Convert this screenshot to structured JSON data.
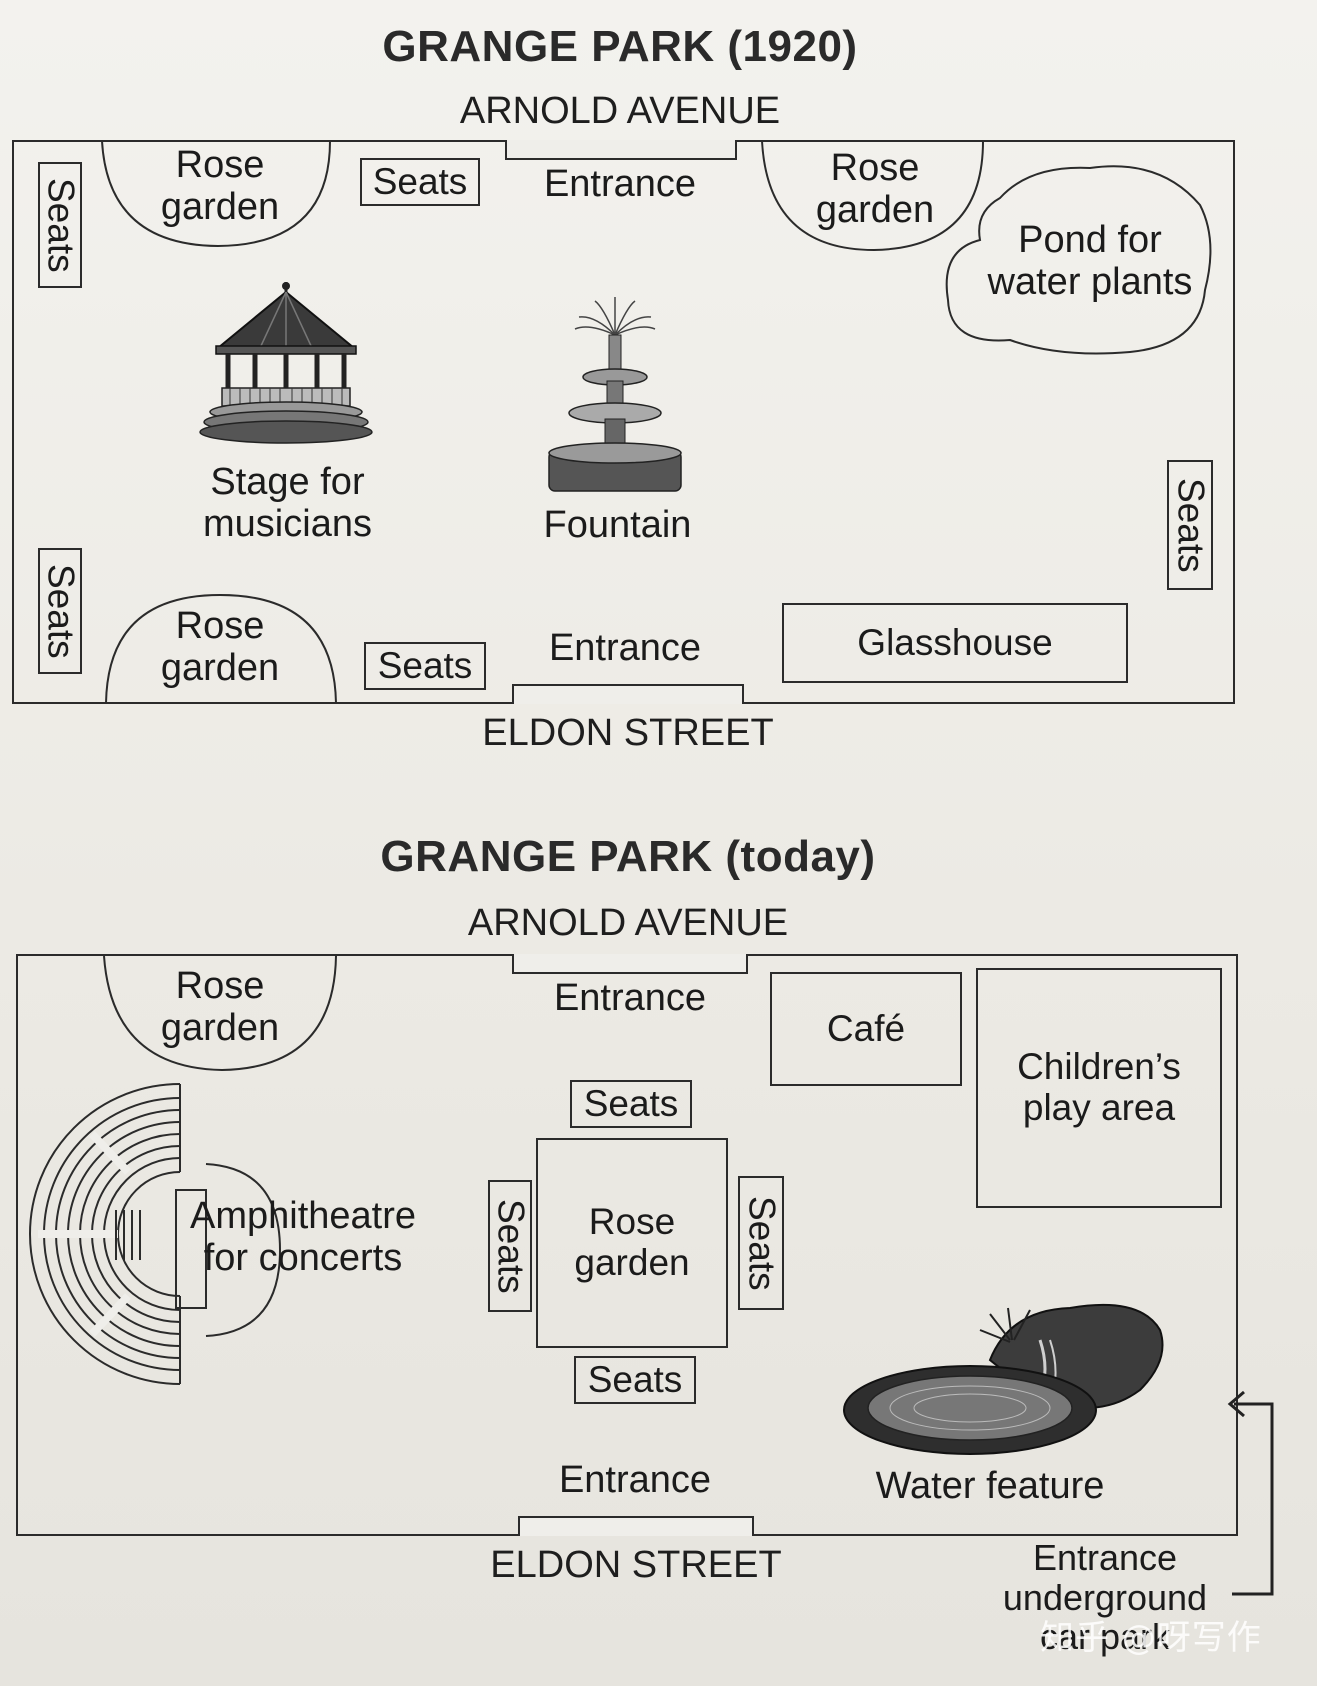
{
  "map_1920": {
    "title": "GRANGE PARK (1920)",
    "top_street": "ARNOLD AVENUE",
    "bottom_street": "ELDON STREET",
    "labels": {
      "rose_garden_tl": "Rose\ngarden",
      "seats_top": "Seats",
      "entrance_top": "Entrance",
      "rose_garden_tr": "Rose\ngarden",
      "pond": "Pond for\nwater plants",
      "seats_left_top": "Seats",
      "stage": "Stage for\nmusicians",
      "fountain": "Fountain",
      "seats_right": "Seats",
      "seats_left_bottom": "Seats",
      "rose_garden_bl": "Rose\ngarden",
      "seats_bottom": "Seats",
      "entrance_bottom": "Entrance",
      "glasshouse": "Glasshouse"
    }
  },
  "map_today": {
    "title": "GRANGE PARK (today)",
    "top_street": "ARNOLD AVENUE",
    "bottom_street": "ELDON STREET",
    "labels": {
      "rose_garden_top": "Rose\ngarden",
      "entrance_top": "Entrance",
      "cafe": "Café",
      "childrens_play": "Children’s\nplay area",
      "seats_above": "Seats",
      "seats_left": "Seats",
      "rose_garden_center": "Rose\ngarden",
      "seats_right": "Seats",
      "seats_below": "Seats",
      "amphitheatre": "Amphitheatre\nfor concerts",
      "water_feature": "Water feature",
      "entrance_bottom": "Entrance",
      "car_park": "Entrance\nunderground\ncar park"
    }
  },
  "watermark": "知乎 @呀写作",
  "icons": [
    "bandstand-icon",
    "fountain-icon",
    "amphitheatre-icon",
    "water-feature-icon",
    "arrow-icon"
  ]
}
